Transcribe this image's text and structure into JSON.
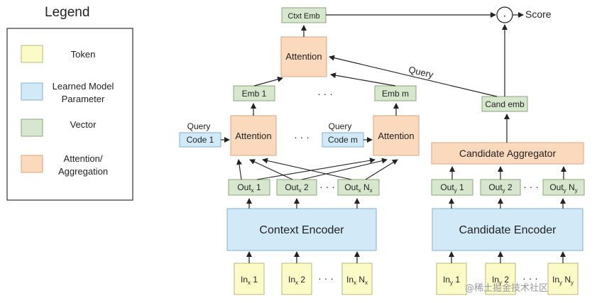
{
  "legend": {
    "title": "Legend",
    "items": [
      {
        "key": "token",
        "label_lines": [
          "Token"
        ],
        "color": "#fbfbc7"
      },
      {
        "key": "param",
        "label_lines": [
          "Learned Model",
          "Parameter"
        ],
        "color": "#d2e9f7"
      },
      {
        "key": "vector",
        "label_lines": [
          "Vector"
        ],
        "color": "#d6e7cd"
      },
      {
        "key": "attn",
        "label_lines": [
          "Attention/",
          "Aggregation"
        ],
        "color": "#fbd9bd"
      }
    ]
  },
  "colors": {
    "token": "#fbfbc7",
    "param": "#d2e9f7",
    "vector": "#d6e7cd",
    "attn": "#fbd9bd",
    "border_token": "#b9b77a",
    "border_param": "#7fb3d3",
    "border_vector": "#88a87a",
    "border_attn": "#d9a57f"
  },
  "context": {
    "inputs": [
      {
        "base": "In",
        "sub": "x",
        "suffix": " 1",
        "subsub": ""
      },
      {
        "base": "In",
        "sub": "x",
        "suffix": " 2",
        "subsub": ""
      },
      {
        "base": "In",
        "sub": "x",
        "suffix": " N",
        "subsub": "x"
      }
    ],
    "encoder_label": "Context Encoder",
    "outputs": [
      {
        "base": "Out",
        "sub": "x",
        "suffix": " 1",
        "subsub": ""
      },
      {
        "base": "Out",
        "sub": "x",
        "suffix": " 2",
        "subsub": ""
      },
      {
        "base": "Out",
        "sub": "x",
        "suffix": " N",
        "subsub": "x"
      }
    ],
    "query_label": "Query",
    "codes": [
      "Code 1",
      "Code m"
    ],
    "attention_label": "Attention",
    "embs": [
      "Emb 1",
      "Emb m"
    ],
    "top_attention_label": "Attention",
    "ctxt_emb": "Ctxt Emb"
  },
  "candidate": {
    "inputs": [
      {
        "base": "In",
        "sub": "y",
        "suffix": " 1",
        "subsub": ""
      },
      {
        "base": "In",
        "sub": "y",
        "suffix": " 2",
        "subsub": ""
      },
      {
        "base": "In",
        "sub": "y",
        "suffix": " N",
        "subsub": "y"
      }
    ],
    "encoder_label": "Candidate Encoder",
    "outputs": [
      {
        "base": "Out",
        "sub": "y",
        "suffix": " 1",
        "subsub": ""
      },
      {
        "base": "Out",
        "sub": "y",
        "suffix": " 2",
        "subsub": ""
      },
      {
        "base": "Out",
        "sub": "y",
        "suffix": " N",
        "subsub": "y"
      }
    ],
    "aggregator_label": "Candidate Aggregator",
    "cand_emb": "Cand emb"
  },
  "top": {
    "dot_symbol": "·",
    "score_label": "Score",
    "query_label": "Query"
  },
  "ellipsis": "· · ·",
  "watermark": "@稀土掘金技术社区"
}
